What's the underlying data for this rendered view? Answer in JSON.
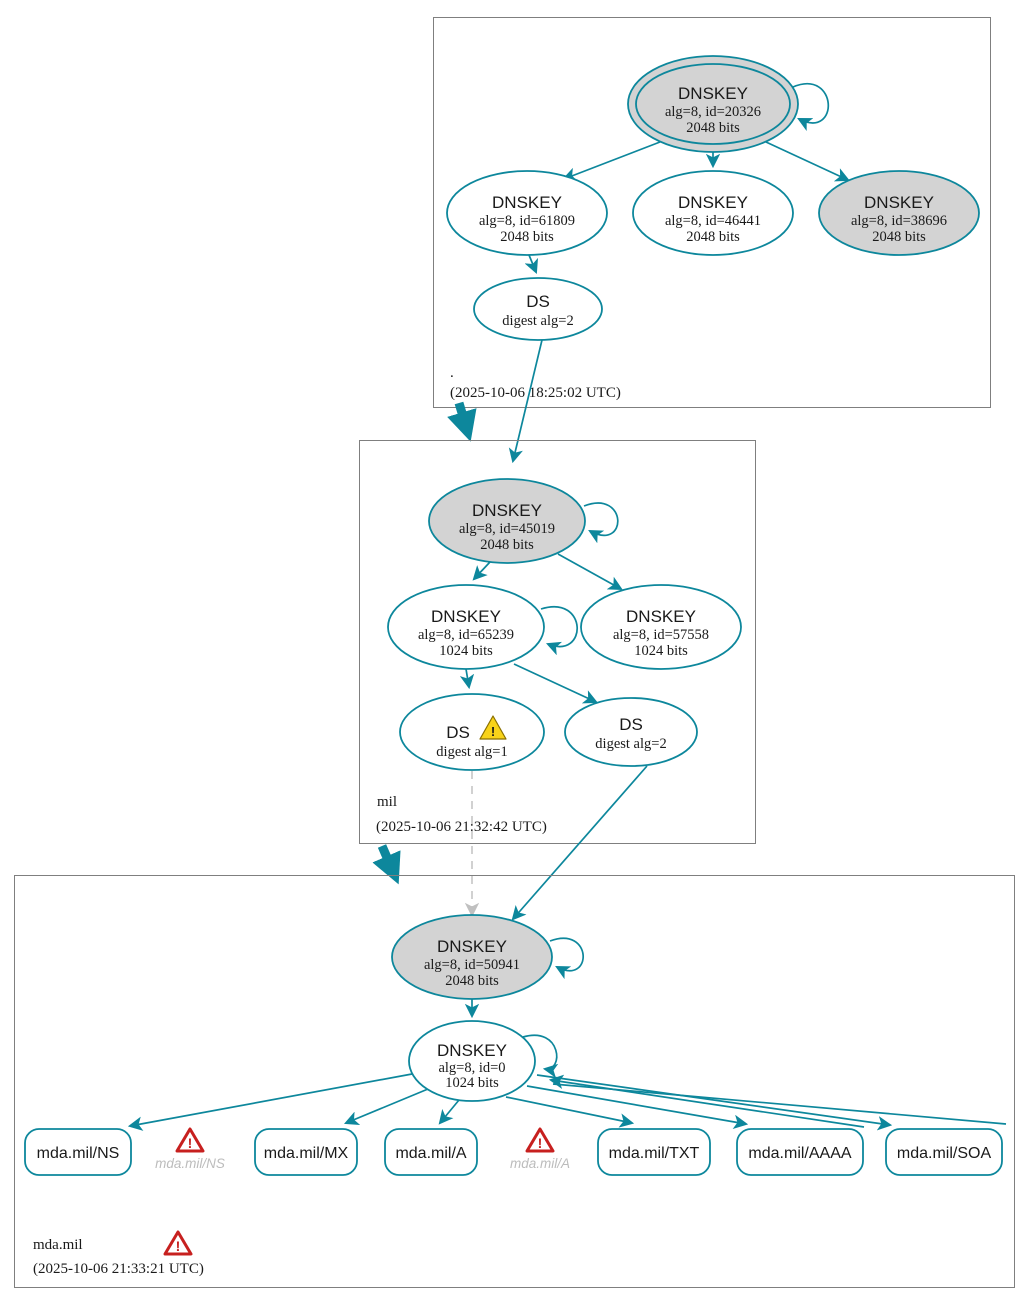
{
  "colors": {
    "edge_teal": "#0d879c",
    "node_gray_fill": "#d3d3d3",
    "zone_border_gray": "#7f7f7f",
    "insecure_dashed_gray": "#c9c9c9",
    "warning_yellow": "#f8d319",
    "error_red": "#c7201f"
  },
  "warning_glyph": "!",
  "zones": {
    "root": {
      "name": ".",
      "timestamp": "(2025-10-06 18:25:02 UTC)",
      "ksk": {
        "title": "DNSKEY",
        "detail": "alg=8, id=20326",
        "bits": "2048 bits"
      },
      "zsk_left": {
        "title": "DNSKEY",
        "detail": "alg=8, id=61809",
        "bits": "2048 bits"
      },
      "zsk_mid": {
        "title": "DNSKEY",
        "detail": "alg=8, id=46441",
        "bits": "2048 bits"
      },
      "ksk_right": {
        "title": "DNSKEY",
        "detail": "alg=8, id=38696",
        "bits": "2048 bits"
      },
      "ds": {
        "title": "DS",
        "detail": "digest alg=2"
      }
    },
    "mil": {
      "name": "mil",
      "timestamp": "(2025-10-06 21:32:42 UTC)",
      "ksk": {
        "title": "DNSKEY",
        "detail": "alg=8, id=45019",
        "bits": "2048 bits"
      },
      "zsk_left": {
        "title": "DNSKEY",
        "detail": "alg=8, id=65239",
        "bits": "1024 bits"
      },
      "zsk_right": {
        "title": "DNSKEY",
        "detail": "alg=8, id=57558",
        "bits": "1024 bits"
      },
      "ds1": {
        "title": "DS",
        "detail": "digest alg=1"
      },
      "ds2": {
        "title": "DS",
        "detail": "digest alg=2"
      }
    },
    "mda_mil": {
      "name": "mda.mil",
      "timestamp": "(2025-10-06 21:33:21 UTC)",
      "ksk": {
        "title": "DNSKEY",
        "detail": "alg=8, id=50941",
        "bits": "2048 bits"
      },
      "zsk": {
        "title": "DNSKEY",
        "detail": "alg=8, id=0",
        "bits": "1024 bits"
      },
      "rrsets": [
        {
          "label": "mda.mil/NS"
        },
        {
          "label": "mda.mil/MX"
        },
        {
          "label": "mda.mil/A"
        },
        {
          "label": "mda.mil/TXT"
        },
        {
          "label": "mda.mil/AAAA"
        },
        {
          "label": "mda.mil/SOA"
        }
      ],
      "missing_warnings": [
        {
          "label": "mda.mil/NS"
        },
        {
          "label": "mda.mil/A"
        }
      ]
    }
  }
}
